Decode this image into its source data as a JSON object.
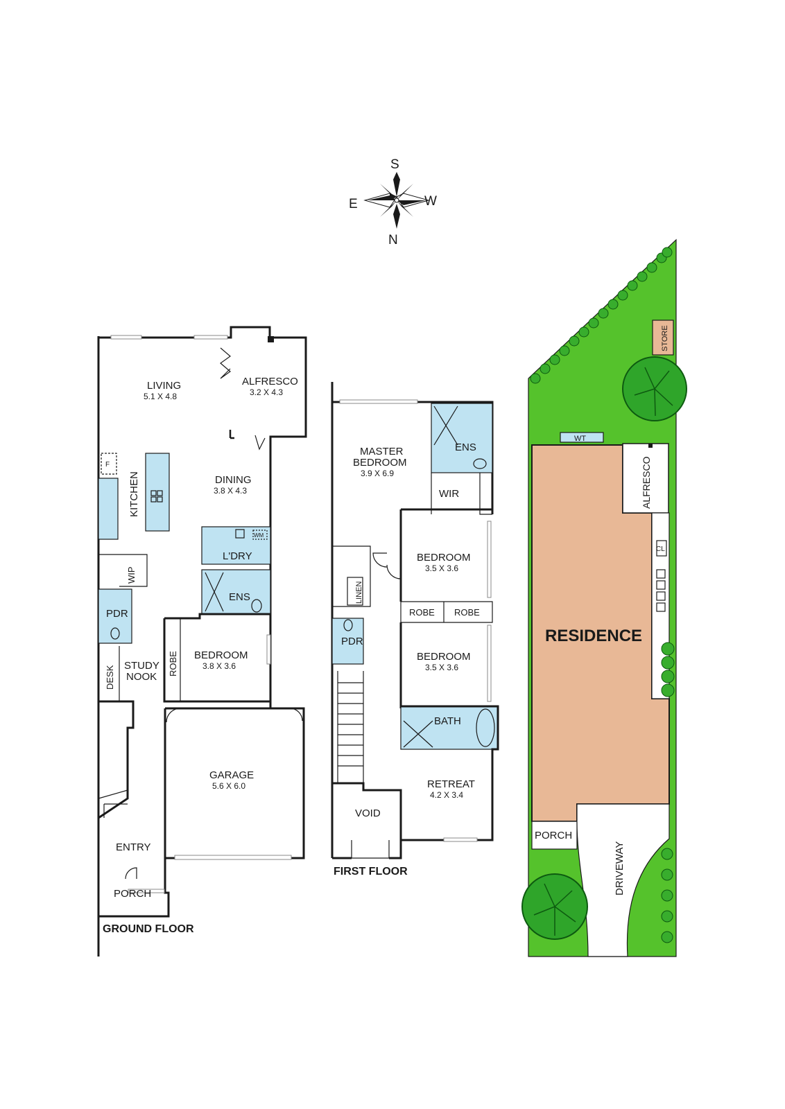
{
  "compass": {
    "south": "S",
    "west": "W",
    "east": "E",
    "north": "N"
  },
  "ground_floor": {
    "title": "GROUND FLOOR",
    "living": {
      "name": "LIVING",
      "dims": "5.1 X 4.8"
    },
    "alfresco": {
      "name": "ALFRESCO",
      "dims": "3.2 X 4.3"
    },
    "dining": {
      "name": "DINING",
      "dims": "3.8 X 4.3"
    },
    "kitchen": "KITCHEN",
    "fridge": "F",
    "wip": "WIP",
    "laundry": "L'DRY",
    "wm": "WM",
    "ensuite": "ENS",
    "pdr": "PDR",
    "desk": "DESK",
    "study_nook": [
      "STUDY",
      "NOOK"
    ],
    "robe": "ROBE",
    "bedroom": {
      "name": "BEDROOM",
      "dims": "3.8 X 3.6"
    },
    "garage": {
      "name": "GARAGE",
      "dims": "5.6 X 6.0"
    },
    "entry": "ENTRY",
    "porch": "PORCH"
  },
  "first_floor": {
    "title": "FIRST FLOOR",
    "master": {
      "name_line1": "MASTER",
      "name_line2": "BEDROOM",
      "dims": "3.9 X 6.9"
    },
    "ensuite": "ENS",
    "wir": "WIR",
    "bedroom1": {
      "name": "BEDROOM",
      "dims": "3.5 X 3.6"
    },
    "bedroom2": {
      "name": "BEDROOM",
      "dims": "3.5 X 3.6"
    },
    "linen": "LINEN",
    "robe1": "ROBE",
    "robe2": "ROBE",
    "pdr": "PDR",
    "bath": "BATH",
    "retreat": {
      "name": "RETREAT",
      "dims": "4.2 X 3.4"
    },
    "void": "VOID"
  },
  "site_plan": {
    "residence": "RESIDENCE",
    "store": "STORE",
    "wt": "WT",
    "alfresco": "ALFRESCO",
    "cl": "CL",
    "porch": "PORCH",
    "driveway": "DRIVEWAY"
  },
  "colors": {
    "wet_area": "#bfe3f2",
    "grass": "#55c22c",
    "residence": "#e8b896",
    "driveway": "#ffffff"
  }
}
